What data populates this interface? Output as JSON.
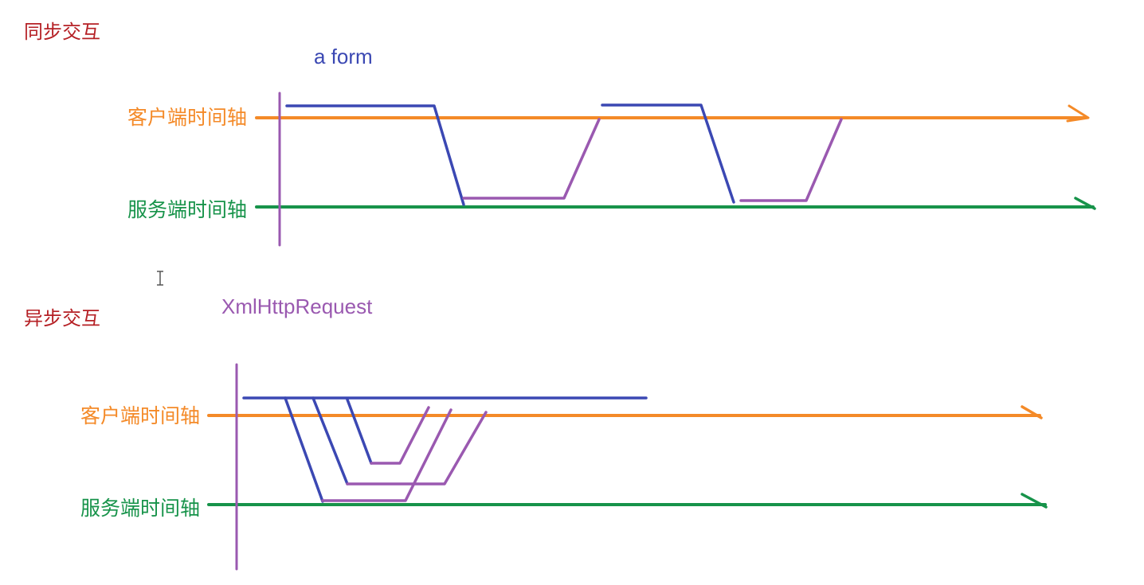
{
  "colors": {
    "title": "#b52025",
    "client": "#f48a28",
    "server": "#17934a",
    "request": "#3b48b3",
    "response": "#9a59b0",
    "cursor": "#555555"
  },
  "sync": {
    "title": "同步交互",
    "subtitle": "a  form",
    "client_axis_label": "客户端时间轴",
    "server_axis_label": "服务端时间轴"
  },
  "async": {
    "title": "异步交互",
    "subtitle": "XmlHttpRequest",
    "client_axis_label": "客户端时间轴",
    "server_axis_label": "服务端时间轴"
  },
  "cursor_icon": "text-cursor-icon"
}
